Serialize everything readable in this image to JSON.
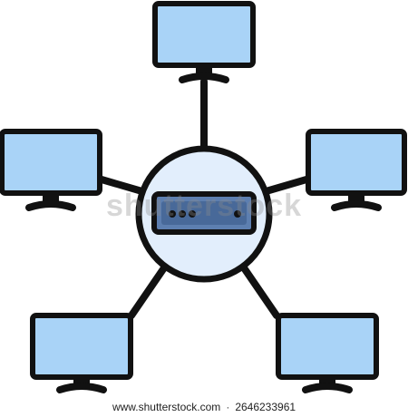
{
  "icon": {
    "name": "network-hub-icon",
    "colors": {
      "outline": "#111111",
      "screen_fill": "#a9d3f7",
      "hub_fill": "#e2eefc",
      "device_fill": "#5d7fb0"
    }
  },
  "watermark": {
    "text": "shutterstock"
  },
  "footer": {
    "site": "www.shutterstock.com",
    "separator": "·",
    "stock_id": "2646233961"
  }
}
